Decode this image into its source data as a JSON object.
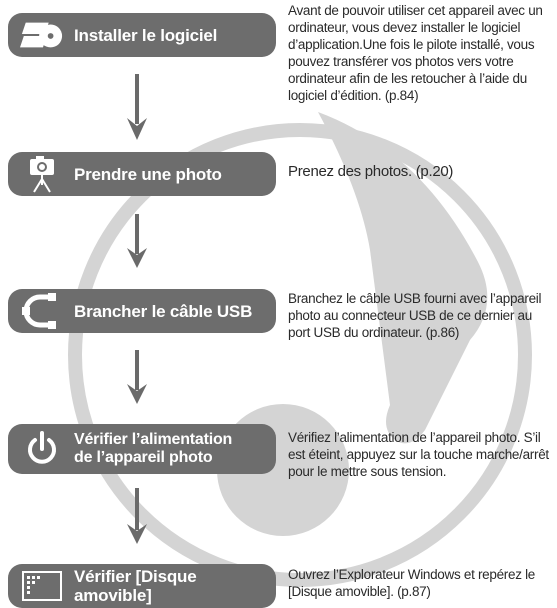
{
  "steps": [
    {
      "label": "Installer le logiciel",
      "icon": "cd-install-icon",
      "description": "Avant de pouvoir utiliser cet appareil avec un ordinateur, vous devez installer le logiciel d’application.Une fois le pilote installé, vous pouvez transférer vos photos vers votre ordinateur afin de les retoucher à l’aide du logiciel d’édition. (p.84)"
    },
    {
      "label": "Prendre une photo",
      "icon": "camera-tripod-icon",
      "description": "Prenez des photos. (p.20)"
    },
    {
      "label": "Brancher le câble USB",
      "icon": "usb-icon",
      "description": "Branchez le câble USB fourni avec l’appareil photo au connecteur USB de ce dernier au port USB du ordinateur. (p.86)"
    },
    {
      "label_line1": "Vérifier l’alimentation",
      "label_line2": "de l’appareil photo",
      "icon": "power-icon",
      "description": "Vérifiez l’alimentation de l’appareil photo. S’il est éteint, appuyez sur la touche marche/arrêt pour le mettre sous tension."
    },
    {
      "label": "Vérifier [Disque amovible]",
      "icon": "removable-disk-icon",
      "description": "Ouvrez l’Explorateur Windows et repérez le [Disque amovible]. (p.87)"
    }
  ],
  "colors": {
    "step_bg": "#6d6d6d",
    "watermark": "#d2d2d2",
    "arrow": "#6a6a6a"
  }
}
